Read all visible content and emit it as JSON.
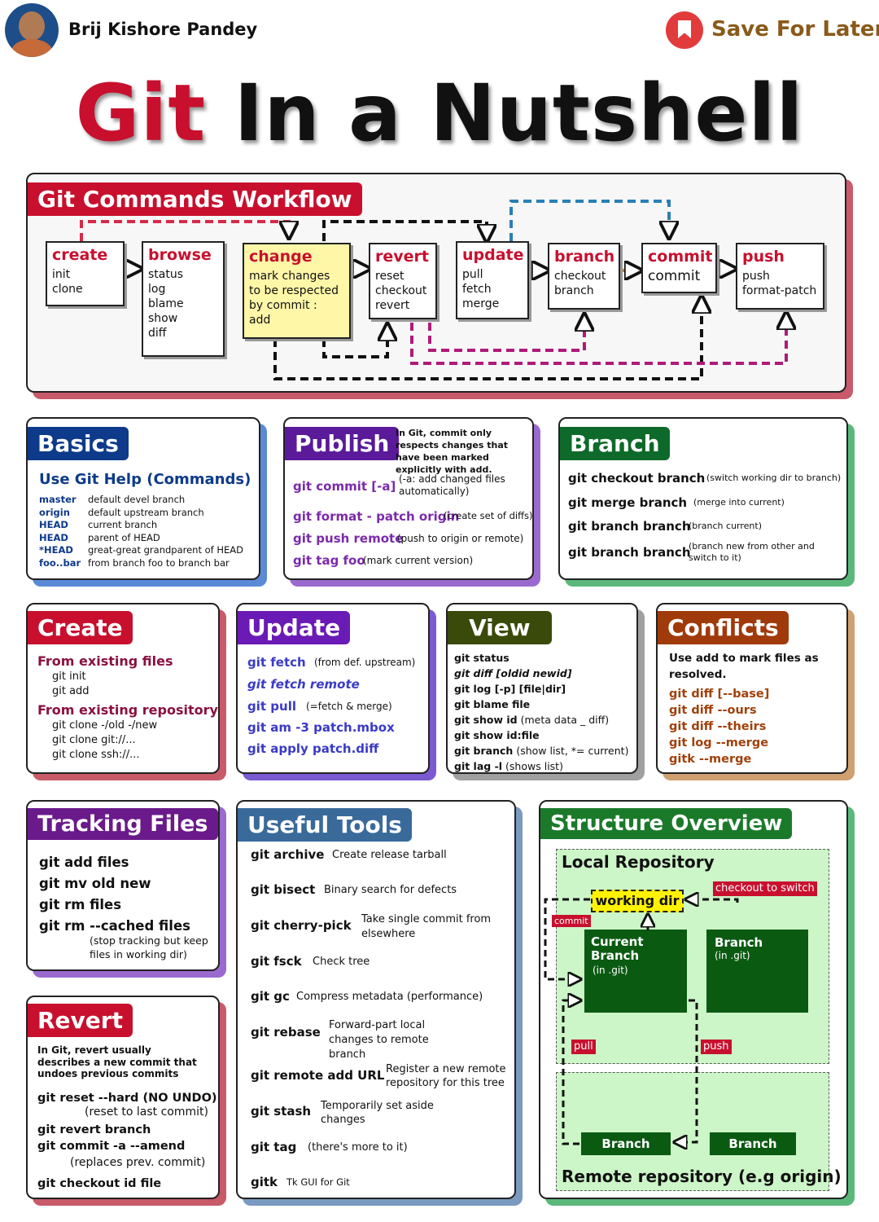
{
  "header": {
    "author": "Brij Kishore Pandey",
    "save": "Save For Later",
    "title_a": "Git",
    "title_b": "In a Nutshell"
  },
  "workflow": {
    "title": "Git Commands Workflow",
    "boxes": [
      {
        "h": "create",
        "lines": [
          "init",
          "clone"
        ]
      },
      {
        "h": "browse",
        "lines": [
          "status",
          "log",
          "blame",
          "show",
          "diff"
        ]
      },
      {
        "h": "change",
        "lines": [
          "mark changes",
          "to be respected",
          "by commit :",
          "add"
        ]
      },
      {
        "h": "revert",
        "lines": [
          "reset",
          "checkout",
          "revert"
        ]
      },
      {
        "h": "update",
        "lines": [
          "pull",
          "fetch",
          "merge"
        ]
      },
      {
        "h": "branch",
        "lines": [
          "checkout",
          "branch"
        ]
      },
      {
        "h": "commit",
        "lines": [
          "commit"
        ]
      },
      {
        "h": "push",
        "lines": [
          "push",
          "format-patch"
        ]
      }
    ]
  },
  "basics": {
    "title": "Basics",
    "sub": "Use Git Help (Commands)",
    "rows": [
      [
        "master",
        "default devel branch"
      ],
      [
        "origin",
        "default upstream branch"
      ],
      [
        "HEAD",
        "current branch"
      ],
      [
        "HEAD",
        "parent of HEAD"
      ],
      [
        "*HEAD",
        "great-great grandparent of HEAD"
      ],
      [
        "foo..bar",
        "from branch foo to branch bar"
      ]
    ]
  },
  "publish": {
    "title": "Publish",
    "note": "In Git, commit only respects changes that have been marked explicitly with add.",
    "rows": [
      [
        "git commit [-a]",
        "(-a: add changed files automatically)"
      ],
      [
        "git format - patch origin",
        "(create set of diffs)"
      ],
      [
        "git push remote",
        "(push to origin or remote)"
      ],
      [
        "git tag foo",
        "(mark current version)"
      ]
    ]
  },
  "branch": {
    "title": "Branch",
    "rows": [
      [
        "git checkout branch",
        "(switch working dir to branch)"
      ],
      [
        "git merge branch",
        "(merge into current)"
      ],
      [
        "git branch branch",
        "(branch current)"
      ],
      [
        "git branch branch",
        "(branch new from other and switch to it)"
      ]
    ]
  },
  "create": {
    "title": "Create",
    "s1": "From existing files",
    "l1": [
      "git init",
      "git add"
    ],
    "s2": "From existing repository",
    "l2": [
      "git clone -/old -/new",
      "git clone git://...",
      "git clone ssh://..."
    ]
  },
  "update": {
    "title": "Update",
    "rows": [
      [
        "git fetch",
        "(from def. upstream)"
      ],
      [
        "git fetch remote",
        ""
      ],
      [
        "git pull",
        "(=fetch & merge)"
      ],
      [
        "git am -3 patch.mbox",
        ""
      ],
      [
        "git apply patch.diff",
        ""
      ]
    ]
  },
  "view": {
    "title": "View",
    "rows": [
      [
        "git status",
        ""
      ],
      [
        "git diff [oldid newid]",
        ""
      ],
      [
        "git log [-p] [file|dir]",
        ""
      ],
      [
        "git blame file",
        ""
      ],
      [
        "git show id",
        "(meta data _ diff)"
      ],
      [
        "git show id:file",
        ""
      ],
      [
        "git branch",
        "(show list, *= current)"
      ],
      [
        "git lag -l",
        "(shows list)"
      ]
    ]
  },
  "conflicts": {
    "title": "Conflicts",
    "note": "Use add to mark files as resolved.",
    "rows": [
      "git diff [--base]",
      "git diff --ours",
      "git diff --theirs",
      "git log --merge",
      "gitk --merge"
    ]
  },
  "tracking": {
    "title": "Tracking Files",
    "rows": [
      "git add files",
      "git mv old new",
      "git rm files",
      "git rm --cached files"
    ],
    "note": "(stop tracking but keep files in working dir)"
  },
  "revert": {
    "title": "Revert",
    "note": "In Git, revert usually describes a new commit that undoes previous commits",
    "rows": [
      [
        "git reset --hard (NO UNDO)",
        "(reset to last commit)"
      ],
      [
        "git revert branch",
        ""
      ],
      [
        "git commit -a --amend",
        "(replaces prev. commit)"
      ],
      [
        "git checkout id file",
        ""
      ]
    ]
  },
  "tools": {
    "title": "Useful Tools",
    "rows": [
      [
        "git archive",
        "Create release tarball"
      ],
      [
        "git bisect",
        "Binary search for defects"
      ],
      [
        "git cherry-pick",
        "Take single commit from elsewhere"
      ],
      [
        "git fsck",
        "Check tree"
      ],
      [
        "git gc",
        "Compress metadata (performance)"
      ],
      [
        "git rebase",
        "Forward-part local changes to remote branch"
      ],
      [
        "git remote add URL",
        "Register a new remote repository for this tree"
      ],
      [
        "git stash",
        "Temporarily set aside changes"
      ],
      [
        "git tag",
        "(there's more to it)"
      ],
      [
        "gitk",
        "Tk GUI for Git"
      ]
    ]
  },
  "structure": {
    "title": "Structure Overview",
    "local": "Local Repository",
    "working": "working dir",
    "checkout": "checkout to switch",
    "commit": "commit",
    "current": "Current Branch",
    "current_sub": "(in .git)",
    "branch": "Branch",
    "branch_sub": "(in .git)",
    "pull": "pull",
    "push": "push",
    "rb1": "Branch",
    "rb2": "Branch",
    "remote": "Remote repository (e.g origin)"
  }
}
